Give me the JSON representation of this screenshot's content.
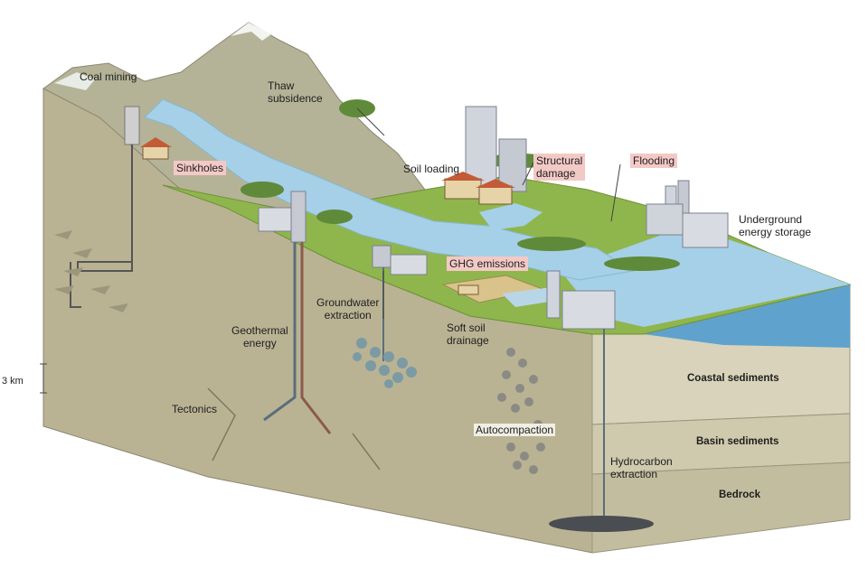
{
  "labels": {
    "coal_mining": "Coal mining",
    "thaw_subsidence": "Thaw\nsubsidence",
    "sinkholes": "Sinkholes",
    "soil_loading": "Soil loading",
    "structural_damage": "Structural\ndamage",
    "flooding": "Flooding",
    "underground_energy_storage": "Underground\nenergy storage",
    "ghg_emissions": "GHG emissions",
    "groundwater_extraction": "Groundwater\nextraction",
    "geothermal_energy": "Geothermal\nenergy",
    "soft_soil_drainage": "Soft soil\ndrainage",
    "tectonics": "Tectonics",
    "autocompaction": "Autocompaction",
    "hydrocarbon_extraction": "Hydrocarbon\nextraction",
    "coastal_sediments": "Coastal sediments",
    "basin_sediments": "Basin sediments",
    "bedrock": "Bedrock"
  },
  "scale_bar": "3 km",
  "colors": {
    "mountain": "#b4b397",
    "grass": "#8fb64c",
    "water": "#a6d0e7",
    "sea": "#7fb6d8",
    "ground": "#c9c3a7",
    "ground_side": "#d9d4bb",
    "bedrock": "#c8c2a6",
    "highlight": "#f3c9c6"
  }
}
